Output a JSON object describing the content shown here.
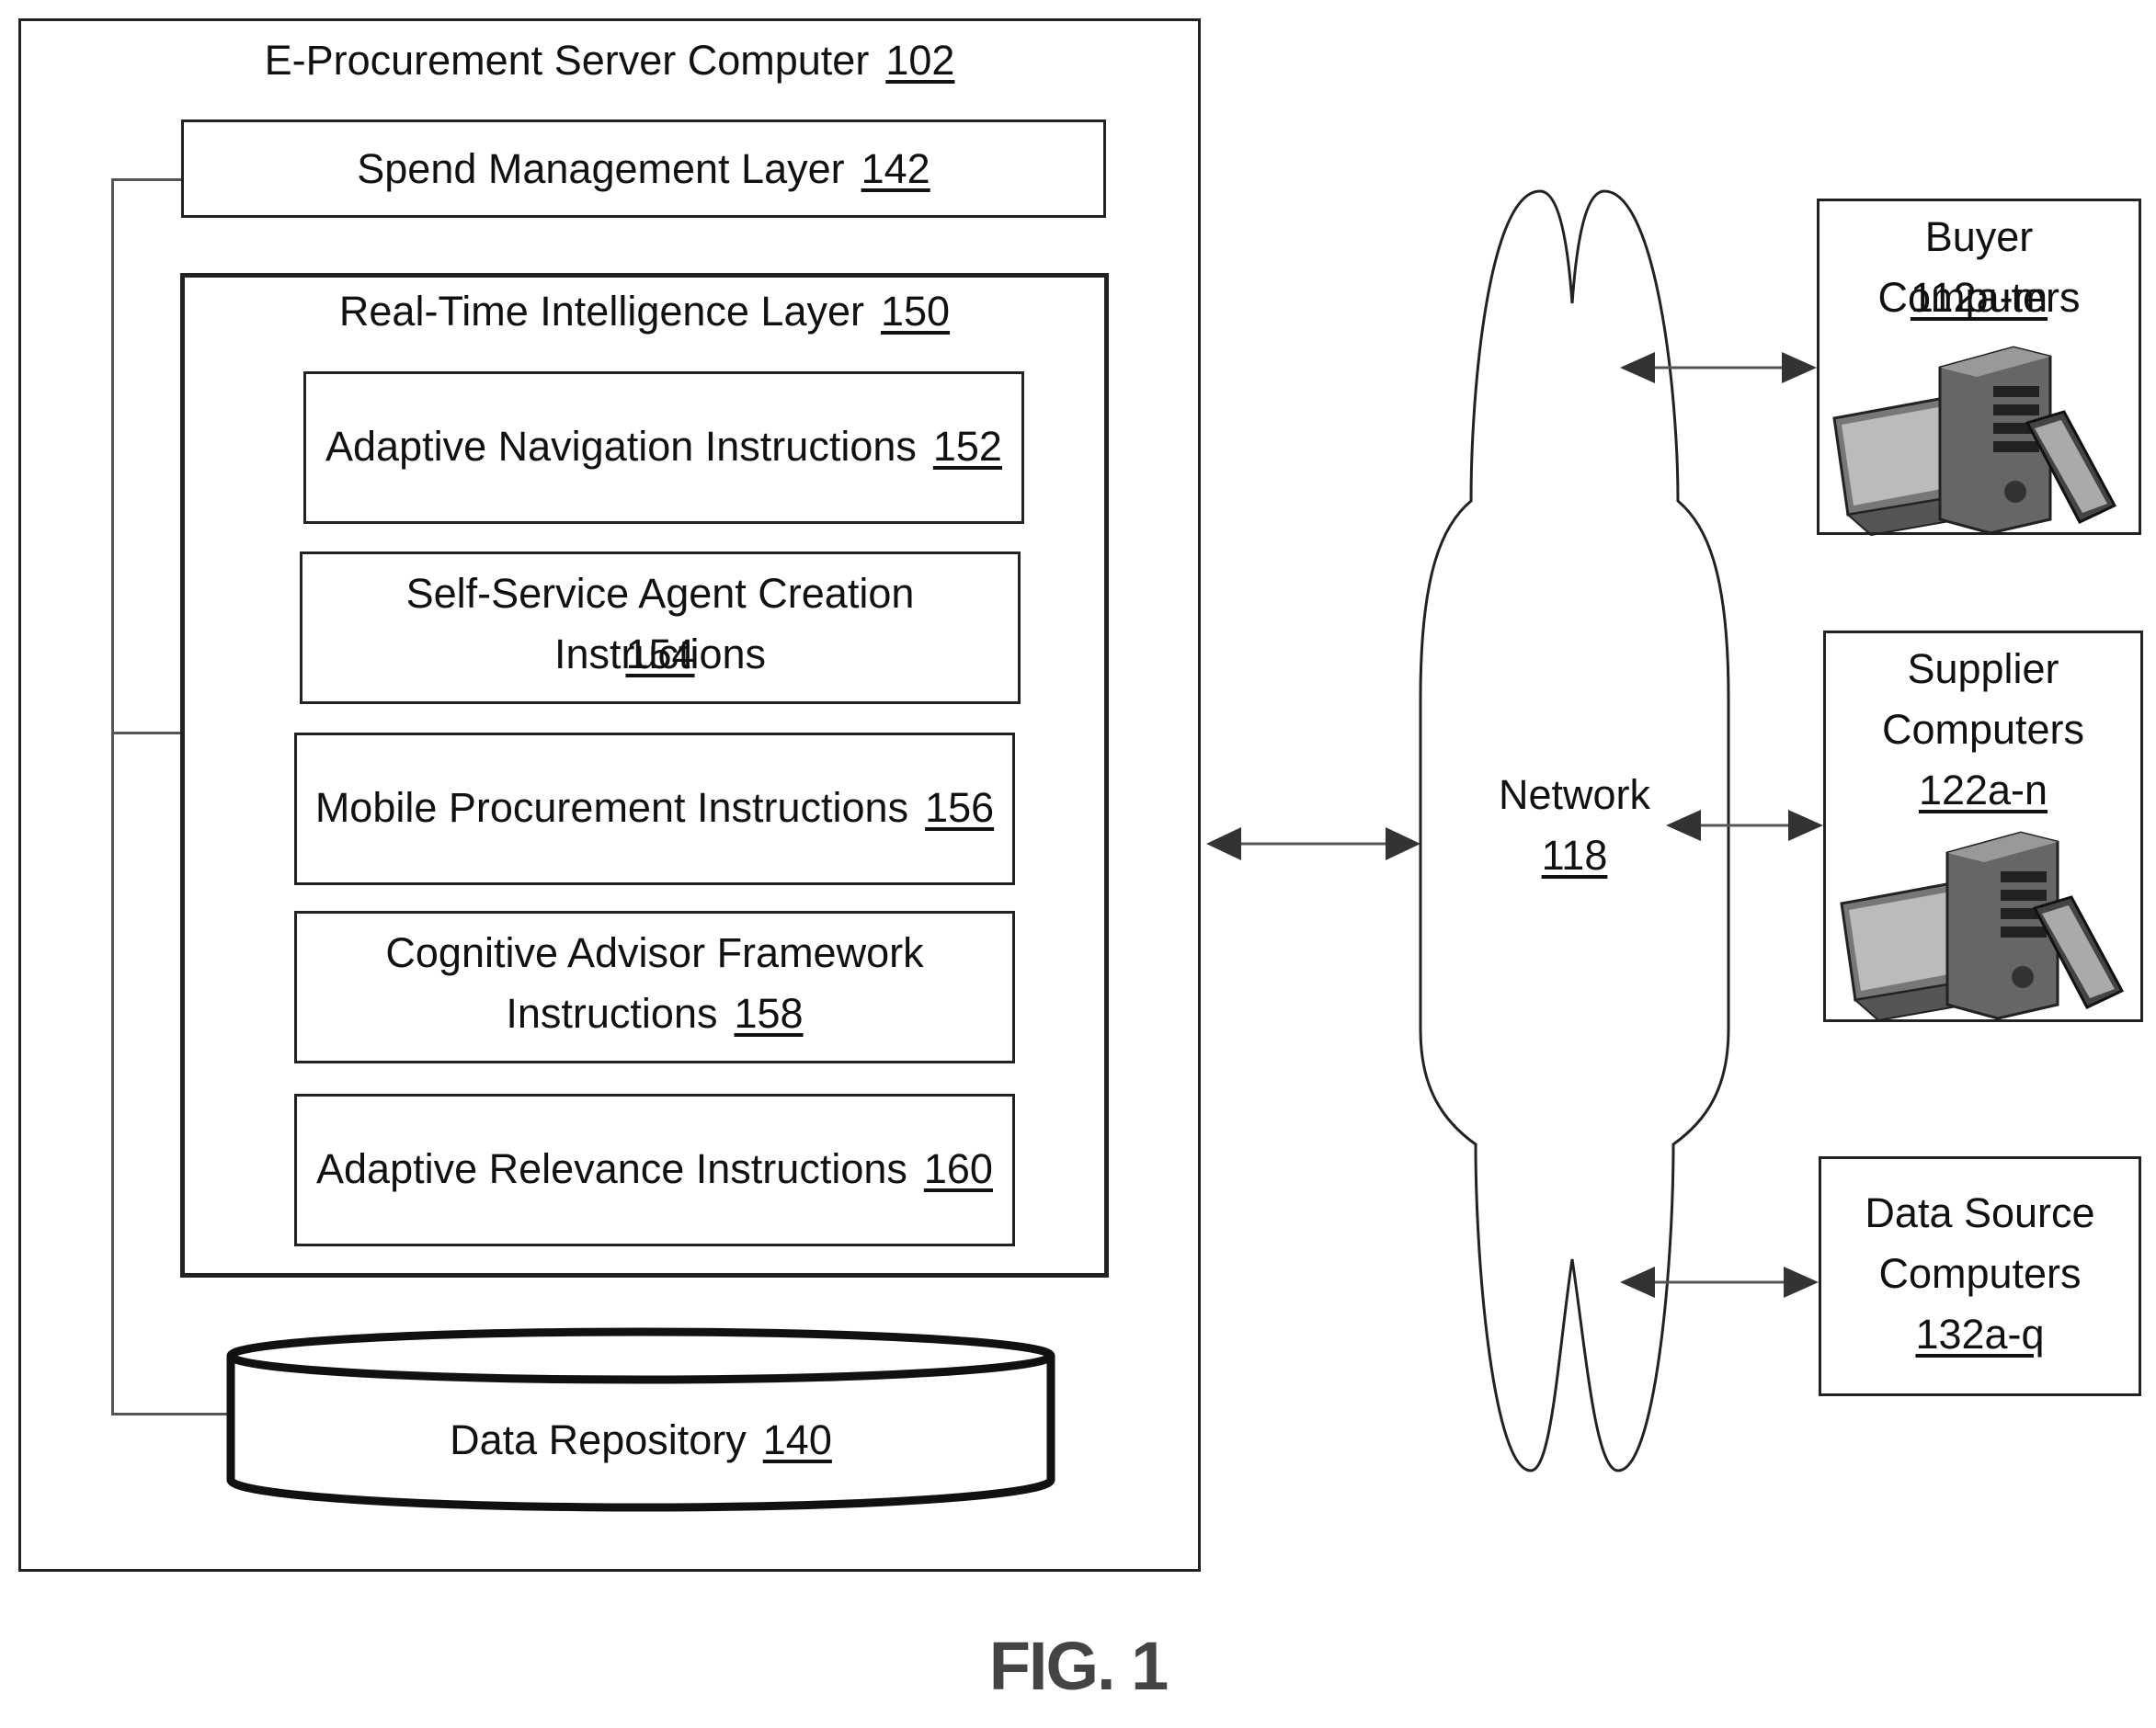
{
  "server": {
    "label": "E-Procurement Server Computer",
    "ref": "102"
  },
  "spend_layer": {
    "label": "Spend Management Layer",
    "ref": "142"
  },
  "rti_layer": {
    "label": "Real-Time Intelligence Layer",
    "ref": "150"
  },
  "instructions": [
    {
      "label": "Adaptive Navigation Instructions",
      "ref": "152"
    },
    {
      "label": "Self-Service Agent Creation Instructions",
      "ref": "154"
    },
    {
      "label": "Mobile Procurement Instructions",
      "ref": "156"
    },
    {
      "label_line1": "Cognitive Advisor Framework",
      "label_line2": "Instructions",
      "ref": "158"
    },
    {
      "label": "Adaptive Relevance Instructions",
      "ref": "160"
    }
  ],
  "repository": {
    "label": "Data Repository",
    "ref": "140"
  },
  "network": {
    "label": "Network",
    "ref": "118"
  },
  "buyer": {
    "label": "Buyer Computers",
    "ref": "112a-m"
  },
  "supplier": {
    "label_line1": "Supplier",
    "label_line2": "Computers",
    "ref": "122a-n"
  },
  "datasource": {
    "label_line1": "Data Source",
    "label_line2": "Computers",
    "ref": "132a-q"
  },
  "figure": {
    "caption": "FIG. 1"
  }
}
